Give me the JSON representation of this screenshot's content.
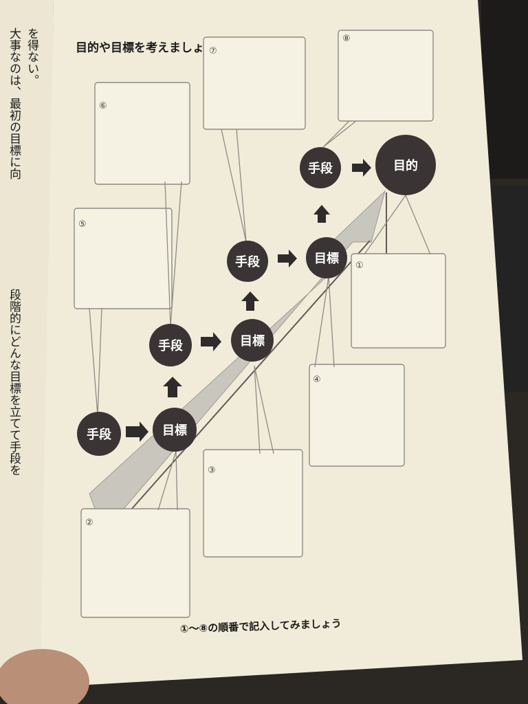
{
  "title": "目的や目標を考えましょう",
  "caption": "①〜⑧の順番で記入してみましょう",
  "nodes": {
    "goal_final": "目的",
    "target_4": "目標",
    "target_3": "目標",
    "target_2": "目標",
    "means_4": "手段",
    "means_3": "手段",
    "means_2": "手段",
    "means_1": "手段"
  },
  "boxes": {
    "b1": "①",
    "b2": "②",
    "b3": "③",
    "b4": "④",
    "b5": "⑤",
    "b6": "⑥",
    "b7": "⑦",
    "b8": "⑧"
  },
  "left_page_lines": [
    "大事なのは、最初の目標に向",
    "を得ない。",
    "段階的にどんな目標を立てて手段を"
  ],
  "colors": {
    "node": "#3a3434",
    "page": "#f1ecd9",
    "arrow_band": "#c9c6bd",
    "box_stroke": "#8c8a85"
  }
}
